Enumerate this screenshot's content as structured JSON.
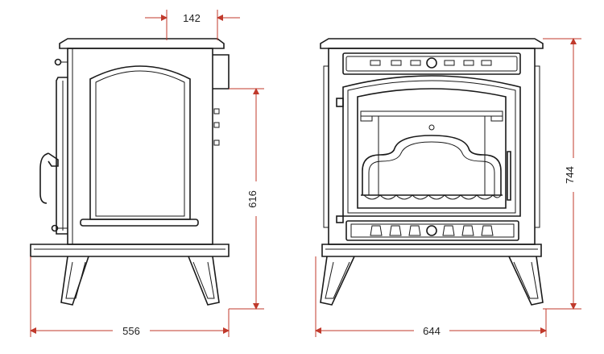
{
  "drawing": {
    "dimensions": {
      "top_offset": "142",
      "side_height": "616",
      "side_width": "556",
      "front_width": "644",
      "front_height": "744"
    },
    "colors": {
      "line": "#1a1a1a",
      "dimension": "#c0392b",
      "background": "#ffffff"
    }
  }
}
